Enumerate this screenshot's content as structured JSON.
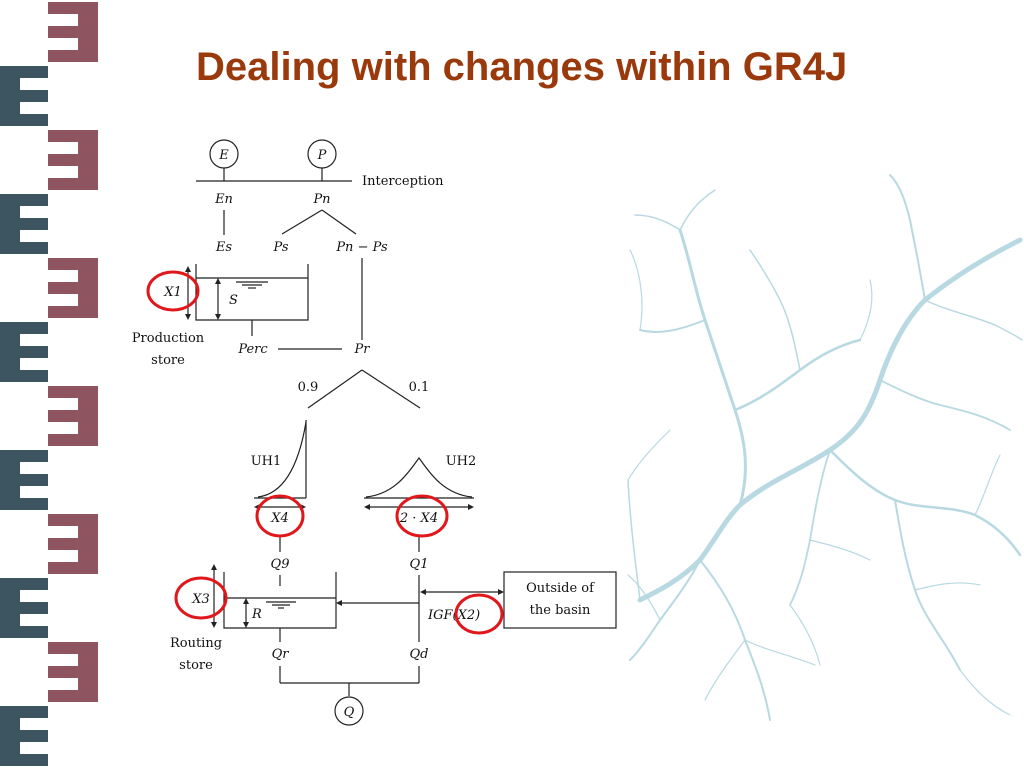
{
  "slide": {
    "title": "Dealing with changes within GR4J"
  },
  "diagram": {
    "nodes": {
      "E": "E",
      "P": "P",
      "Q": "Q"
    },
    "labels": {
      "interception": "Interception",
      "en": "En",
      "pn": "Pn",
      "es": "Es",
      "ps": "Ps",
      "pn_minus_ps": "Pn − Ps",
      "s": "S",
      "x1": "X1",
      "production_store_line1": "Production",
      "production_store_line2": "store",
      "perc": "Perc",
      "pr": "Pr",
      "split_left": "0.9",
      "split_right": "0.1",
      "uh1": "UH1",
      "uh2": "UH2",
      "x4": "X4",
      "two_x4": "2 · X4",
      "q9": "Q9",
      "q1": "Q1",
      "x3": "X3",
      "r": "R",
      "routing_store_line1": "Routing",
      "routing_store_line2": "store",
      "outside_line1": "Outside of",
      "outside_line2": "the basin",
      "igf": "IGF(X2)",
      "qr": "Qr",
      "qd": "Qd"
    },
    "highlight_color": "#e0181c"
  },
  "colors": {
    "title": "#9a3a0c",
    "sidebar_rose": "#8e5460",
    "sidebar_slate": "#3d5561",
    "river": "#b9d9e2"
  }
}
